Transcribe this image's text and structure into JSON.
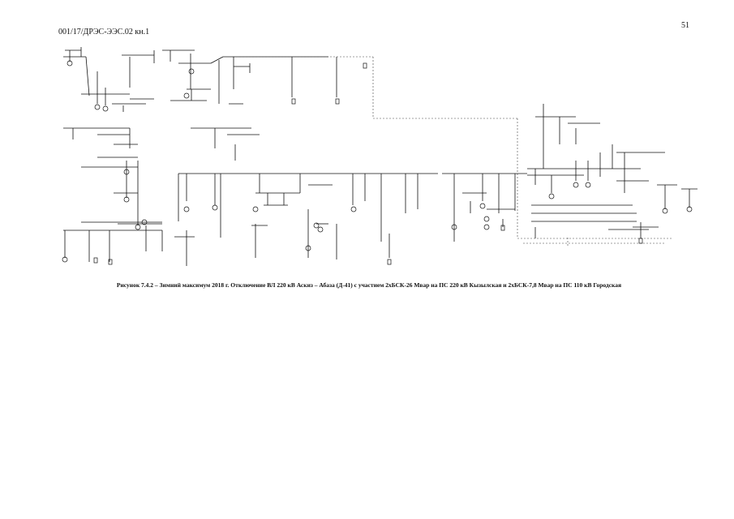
{
  "header": {
    "page_number": "51",
    "document_code": "001/17/ДРЭС-ЭЭС.02  кн.1"
  },
  "figure": {
    "caption": "Рисунок 7.4.2 – Зимний максимум 2018 г. Отключение ВЛ 220 кВ Аскиз – Абаза (Д-41) с участием 2хБСК-26 Мвар на ПС 220 кВ Кызылская и 2хБСК-7,8 Мвар на ПС 110 кВ Городская",
    "line_color": "#111111",
    "dashed_color": "#444444"
  }
}
